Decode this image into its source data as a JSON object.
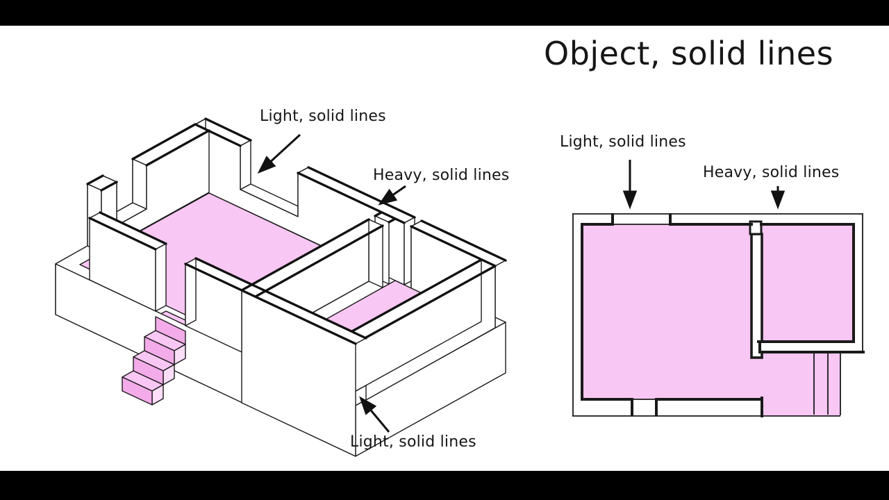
{
  "title": "Object, solid lines",
  "iso_view": {
    "name": "isometric cutaway drawing",
    "labels": {
      "top": "Light, solid lines",
      "right": "Heavy, solid lines",
      "bottom": "Light, solid lines"
    }
  },
  "plan_view": {
    "name": "floor plan drawing",
    "labels": {
      "left": "Light, solid lines",
      "right": "Heavy, solid lines"
    }
  },
  "colors": {
    "floor_pink": "#f9c7f3",
    "step_front_pink": "#f3abe9",
    "step_side_pink": "#fcdef8",
    "line_black": "#1a1a1a",
    "wall_white": "#ffffff",
    "letterbox_black": "#000000"
  }
}
